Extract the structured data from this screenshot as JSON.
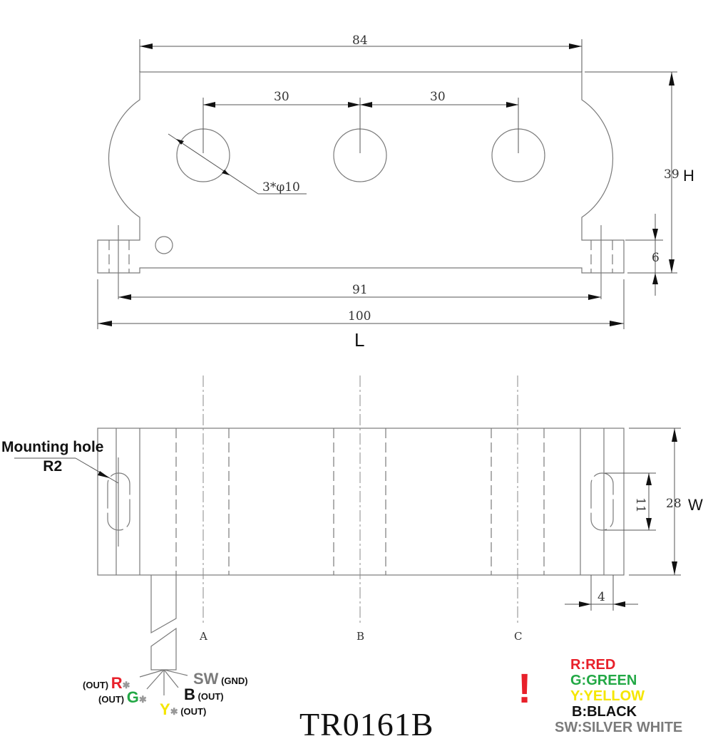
{
  "title": "TR0161B",
  "colors": {
    "red": "#e8202a",
    "green": "#22a845",
    "yellow": "#f5e600",
    "black": "#111111",
    "silver_white": "#7b7b7b",
    "line": "#7a7a7a"
  },
  "top_view": {
    "dimensions": {
      "overall_body_width": "84",
      "hole_pitch_left": "30",
      "hole_pitch_right": "30",
      "hole_callout": "3*φ10",
      "height": "39",
      "height_letter": "H",
      "tab_height": "6",
      "mount_pitch": "91",
      "overall_length": "100",
      "length_letter": "L"
    }
  },
  "side_view": {
    "mounting_hole_label": "Mounting hole",
    "mounting_hole_radius": "R2",
    "dimensions": {
      "slot_length": "11",
      "width": "28",
      "width_letter": "W",
      "slot_width": "4"
    },
    "centerlines": [
      "A",
      "B",
      "C"
    ]
  },
  "wires": [
    {
      "code": "R",
      "suffix": "(OUT)",
      "prefix_side": "left",
      "color_key": "red"
    },
    {
      "code": "G",
      "suffix": "(OUT)",
      "prefix_side": "left",
      "color_key": "green"
    },
    {
      "code": "Y",
      "suffix": "(OUT)",
      "prefix_side": "right",
      "color_key": "yellow"
    },
    {
      "code": "B",
      "suffix": "(OUT)",
      "prefix_side": "right",
      "color_key": "black"
    },
    {
      "code": "SW",
      "suffix": "(GND)",
      "prefix_side": "right",
      "color_key": "silver_white"
    }
  ],
  "legend": {
    "warning_symbol": "!",
    "items": [
      {
        "text": "R:RED",
        "color_key": "red"
      },
      {
        "text": "G:GREEN",
        "color_key": "green"
      },
      {
        "text": "Y:YELLOW",
        "color_key": "yellow"
      },
      {
        "text": "B:BLACK",
        "color_key": "black"
      },
      {
        "text": "SW:SILVER WHITE",
        "color_key": "silver_white"
      }
    ]
  }
}
